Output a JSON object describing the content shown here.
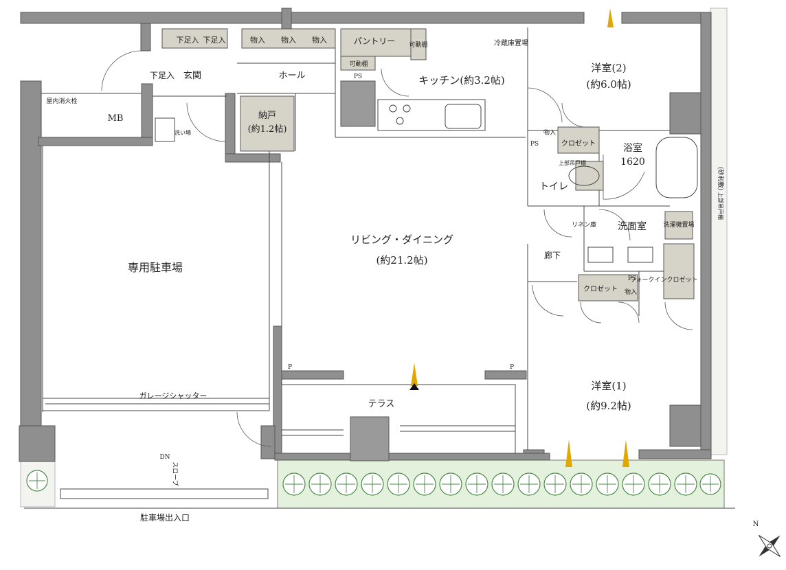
{
  "plan": {
    "rooms": {
      "western_room_2": {
        "name": "洋室(2)",
        "size": "(約6.0帖)"
      },
      "western_room_1": {
        "name": "洋室(1)",
        "size": "(約9.2帖)"
      },
      "kitchen": {
        "name": "キッチン(約3.2帖)"
      },
      "living_dining": {
        "name": "リビング・ダイニング",
        "size": "(約21.2帖)"
      },
      "storage_closet": {
        "name": "納戸",
        "size": "(約1.2帖)"
      },
      "bathroom": {
        "name": "浴室",
        "size": "1620"
      },
      "toilet": {
        "name": "トイレ"
      },
      "washroom": {
        "name": "洗面室"
      },
      "corridor": {
        "name": "廊下"
      },
      "hall": {
        "name": "ホール"
      },
      "entrance": {
        "name": "玄関"
      },
      "terrace": {
        "name": "テラス"
      },
      "parking": {
        "name": "専用駐車場"
      }
    },
    "labels": {
      "shoe_box_entry": "下足入",
      "shoe_box_1": "下足入",
      "shoe_box_2": "下足入",
      "storage_1": "物入",
      "storage_2": "物入",
      "storage_3": "物入",
      "pantry": "パントリー",
      "movable_shelf_1": "可動棚",
      "movable_shelf_2": "可動棚",
      "fridge": "冷蔵庫置場",
      "ps_kitchen": "PS",
      "ps_room2": "PS",
      "ps_wic": "PS",
      "p_left": "P",
      "p_right": "P",
      "mb": "MB",
      "hydrant": "屋内消火栓",
      "wash_place": "洗い場",
      "closet_upper": "クロゼット",
      "storage_upper": "物入",
      "upper_cabinet": "上部吊戸棚",
      "linen": "リネン庫",
      "washer": "洗濯機置場",
      "closet_lower": "クロゼット",
      "storage_lower": "物入",
      "walk_in": "ウォークインクロゼット",
      "gravel": "(砂利敷)",
      "upper_cabinet_side": "上部吊戸棚",
      "shutter": "ガレージシャッター",
      "dn": "DN",
      "slope": "スロープ",
      "exit": "駐車場出入口"
    },
    "compass": {
      "north": "N"
    },
    "colors": {
      "wall": "#8f8f8f",
      "storage": "#d6d3c8",
      "green": "#e4f2dd",
      "airflow": "#e0a800"
    }
  }
}
